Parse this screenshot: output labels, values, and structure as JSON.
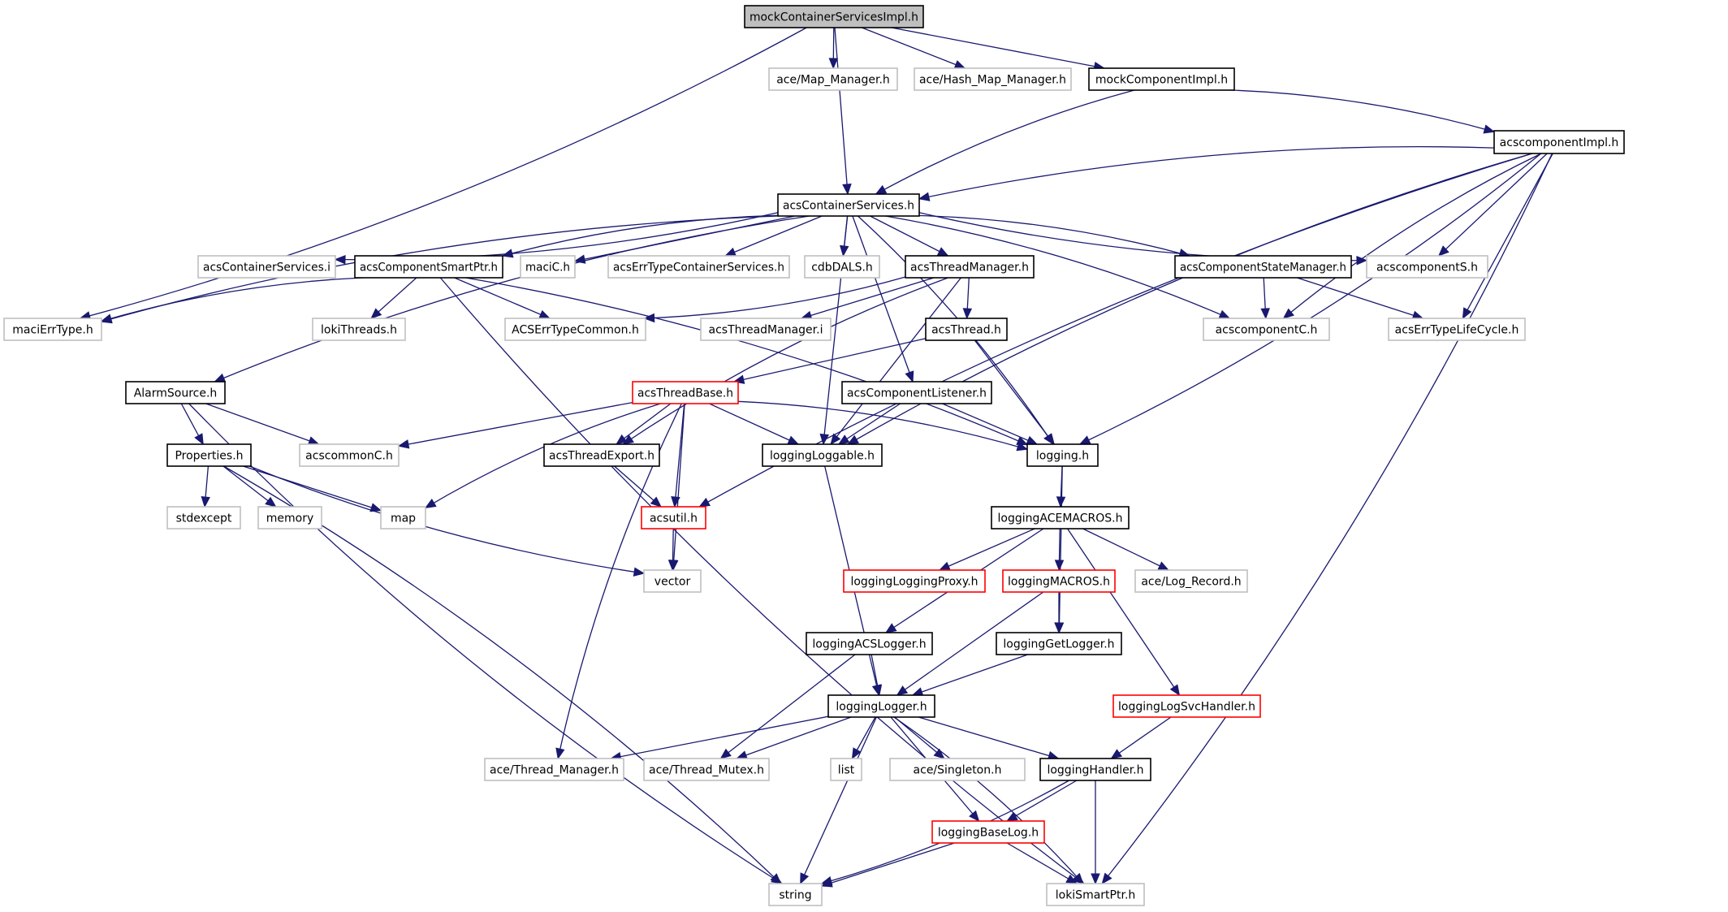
{
  "diagram": {
    "title": "mockContainerServicesImpl.h include dependency graph",
    "colors": {
      "edge": "#191970",
      "main_fill": "#bfbfbf",
      "documented_border": "#000000",
      "external_border": "#bfbfbf",
      "truncated_border": "#ff0000"
    },
    "nodes": [
      {
        "id": "mockContainerServicesImpl",
        "label": "mockContainerServicesImpl.h",
        "kind": "main"
      },
      {
        "id": "aceMapManager",
        "label": "ace/Map_Manager.h",
        "kind": "external"
      },
      {
        "id": "aceHashMapManager",
        "label": "ace/Hash_Map_Manager.h",
        "kind": "external"
      },
      {
        "id": "mockComponentImpl",
        "label": "mockComponentImpl.h",
        "kind": "documented"
      },
      {
        "id": "acscomponentImpl",
        "label": "acscomponentImpl.h",
        "kind": "documented"
      },
      {
        "id": "acsContainerServices",
        "label": "acsContainerServices.h",
        "kind": "documented"
      },
      {
        "id": "acsContainerServicesI",
        "label": "acsContainerServices.i",
        "kind": "external"
      },
      {
        "id": "acsComponentSmartPtr",
        "label": "acsComponentSmartPtr.h",
        "kind": "documented"
      },
      {
        "id": "maciC",
        "label": "maciC.h",
        "kind": "external"
      },
      {
        "id": "acsErrTypeContainerServices",
        "label": "acsErrTypeContainerServices.h",
        "kind": "external"
      },
      {
        "id": "cdbDALS",
        "label": "cdbDALS.h",
        "kind": "external"
      },
      {
        "id": "acsThreadManager",
        "label": "acsThreadManager.h",
        "kind": "documented"
      },
      {
        "id": "acsComponentStateManager",
        "label": "acsComponentStateManager.h",
        "kind": "documented"
      },
      {
        "id": "acscomponentS",
        "label": "acscomponentS.h",
        "kind": "external"
      },
      {
        "id": "maciErrType",
        "label": "maciErrType.h",
        "kind": "external"
      },
      {
        "id": "lokiThreads",
        "label": "lokiThreads.h",
        "kind": "external"
      },
      {
        "id": "ACSErrTypeCommon",
        "label": "ACSErrTypeCommon.h",
        "kind": "external"
      },
      {
        "id": "acsThreadManagerI",
        "label": "acsThreadManager.i",
        "kind": "external"
      },
      {
        "id": "acsThread",
        "label": "acsThread.h",
        "kind": "documented"
      },
      {
        "id": "acscomponentC",
        "label": "acscomponentC.h",
        "kind": "external"
      },
      {
        "id": "acsErrTypeLifeCycle",
        "label": "acsErrTypeLifeCycle.h",
        "kind": "external"
      },
      {
        "id": "AlarmSource",
        "label": "AlarmSource.h",
        "kind": "documented"
      },
      {
        "id": "acsThreadBase",
        "label": "acsThreadBase.h",
        "kind": "truncated"
      },
      {
        "id": "acsComponentListener",
        "label": "acsComponentListener.h",
        "kind": "documented"
      },
      {
        "id": "Properties",
        "label": "Properties.h",
        "kind": "documented"
      },
      {
        "id": "acscommonC",
        "label": "acscommonC.h",
        "kind": "external"
      },
      {
        "id": "acsThreadExport",
        "label": "acsThreadExport.h",
        "kind": "documented"
      },
      {
        "id": "loggingLoggable",
        "label": "loggingLoggable.h",
        "kind": "documented"
      },
      {
        "id": "logging",
        "label": "logging.h",
        "kind": "documented"
      },
      {
        "id": "stdexcept",
        "label": "stdexcept",
        "kind": "external"
      },
      {
        "id": "memory",
        "label": "memory",
        "kind": "external"
      },
      {
        "id": "map",
        "label": "map",
        "kind": "external"
      },
      {
        "id": "acsutil",
        "label": "acsutil.h",
        "kind": "truncated"
      },
      {
        "id": "loggingACEMACROS",
        "label": "loggingACEMACROS.h",
        "kind": "documented"
      },
      {
        "id": "vector",
        "label": "vector",
        "kind": "external"
      },
      {
        "id": "loggingLoggingProxy",
        "label": "loggingLoggingProxy.h",
        "kind": "truncated"
      },
      {
        "id": "loggingMACROS",
        "label": "loggingMACROS.h",
        "kind": "truncated"
      },
      {
        "id": "aceLogRecord",
        "label": "ace/Log_Record.h",
        "kind": "external"
      },
      {
        "id": "loggingACSLogger",
        "label": "loggingACSLogger.h",
        "kind": "documented"
      },
      {
        "id": "loggingGetLogger",
        "label": "loggingGetLogger.h",
        "kind": "documented"
      },
      {
        "id": "loggingLogger",
        "label": "loggingLogger.h",
        "kind": "documented"
      },
      {
        "id": "loggingLogSvcHandler",
        "label": "loggingLogSvcHandler.h",
        "kind": "truncated"
      },
      {
        "id": "aceThreadManager",
        "label": "ace/Thread_Manager.h",
        "kind": "external"
      },
      {
        "id": "aceThreadMutex",
        "label": "ace/Thread_Mutex.h",
        "kind": "external"
      },
      {
        "id": "list",
        "label": "list",
        "kind": "external"
      },
      {
        "id": "aceSingleton",
        "label": "ace/Singleton.h",
        "kind": "external"
      },
      {
        "id": "loggingHandler",
        "label": "loggingHandler.h",
        "kind": "documented"
      },
      {
        "id": "loggingBaseLog",
        "label": "loggingBaseLog.h",
        "kind": "truncated"
      },
      {
        "id": "string",
        "label": "string",
        "kind": "external"
      },
      {
        "id": "lokiSmartPtr",
        "label": "lokiSmartPtr.h",
        "kind": "external"
      }
    ],
    "edges": [
      [
        "mockContainerServicesImpl",
        "maciErrType"
      ],
      [
        "mockContainerServicesImpl",
        "acsContainerServices"
      ],
      [
        "mockContainerServicesImpl",
        "aceMapManager"
      ],
      [
        "mockContainerServicesImpl",
        "aceHashMapManager"
      ],
      [
        "mockContainerServicesImpl",
        "mockComponentImpl"
      ],
      [
        "mockComponentImpl",
        "acsContainerServices"
      ],
      [
        "mockComponentImpl",
        "acscomponentImpl"
      ],
      [
        "acscomponentImpl",
        "acsContainerServices"
      ],
      [
        "acscomponentImpl",
        "acscomponentS"
      ],
      [
        "acscomponentImpl",
        "acscomponentC"
      ],
      [
        "acscomponentImpl",
        "acsErrTypeLifeCycle"
      ],
      [
        "acscomponentImpl",
        "loggingLoggable"
      ],
      [
        "acscomponentImpl",
        "logging"
      ],
      [
        "acscomponentImpl",
        "acsutil"
      ],
      [
        "acscomponentImpl",
        "lokiSmartPtr"
      ],
      [
        "acsContainerServices",
        "maciErrType"
      ],
      [
        "acsContainerServices",
        "acsContainerServicesI"
      ],
      [
        "acsContainerServices",
        "acsComponentSmartPtr"
      ],
      [
        "acsContainerServices",
        "maciC"
      ],
      [
        "acsContainerServices",
        "acsErrTypeContainerServices"
      ],
      [
        "acsContainerServices",
        "cdbDALS"
      ],
      [
        "acsContainerServices",
        "acsThreadManager"
      ],
      [
        "acsContainerServices",
        "acsComponentStateManager"
      ],
      [
        "acsContainerServices",
        "acscomponentS"
      ],
      [
        "acsContainerServices",
        "acscomponentC"
      ],
      [
        "acsContainerServices",
        "AlarmSource"
      ],
      [
        "acsContainerServices",
        "acsComponentListener"
      ],
      [
        "acsContainerServices",
        "loggingLoggable"
      ],
      [
        "acsContainerServices",
        "logging"
      ],
      [
        "acsComponentSmartPtr",
        "maciErrType"
      ],
      [
        "acsComponentSmartPtr",
        "lokiThreads"
      ],
      [
        "acsComponentSmartPtr",
        "ACSErrTypeCommon"
      ],
      [
        "acsComponentSmartPtr",
        "logging"
      ],
      [
        "acsComponentSmartPtr",
        "lokiSmartPtr"
      ],
      [
        "acsThreadManager",
        "ACSErrTypeCommon"
      ],
      [
        "acsThreadManager",
        "acsThreadManagerI"
      ],
      [
        "acsThreadManager",
        "acsThread"
      ],
      [
        "acsThreadManager",
        "acsThreadExport"
      ],
      [
        "acsThreadManager",
        "loggingLoggable"
      ],
      [
        "acsComponentStateManager",
        "acscomponentC"
      ],
      [
        "acsComponentStateManager",
        "acsErrTypeLifeCycle"
      ],
      [
        "acsThread",
        "acsThreadBase"
      ],
      [
        "acsThread",
        "logging"
      ],
      [
        "AlarmSource",
        "Properties"
      ],
      [
        "AlarmSource",
        "acscommonC"
      ],
      [
        "AlarmSource",
        "string"
      ],
      [
        "acsThreadBase",
        "acscommonC"
      ],
      [
        "acsThreadBase",
        "map"
      ],
      [
        "acsThreadBase",
        "acsThreadExport"
      ],
      [
        "acsThreadBase",
        "acsutil"
      ],
      [
        "acsThreadBase",
        "vector"
      ],
      [
        "acsThreadBase",
        "loggingLoggable"
      ],
      [
        "acsThreadBase",
        "logging"
      ],
      [
        "acsThreadBase",
        "aceThreadManager"
      ],
      [
        "acsComponentListener",
        "loggingLoggable"
      ],
      [
        "acsComponentListener",
        "logging"
      ],
      [
        "Properties",
        "stdexcept"
      ],
      [
        "Properties",
        "memory"
      ],
      [
        "Properties",
        "map"
      ],
      [
        "Properties",
        "vector"
      ],
      [
        "Properties",
        "string"
      ],
      [
        "acsThreadExport",
        "acsutil"
      ],
      [
        "acsutil",
        "vector"
      ],
      [
        "loggingLoggable",
        "loggingLogger"
      ],
      [
        "logging",
        "loggingACEMACROS"
      ],
      [
        "logging",
        "loggingGetLogger"
      ],
      [
        "loggingACEMACROS",
        "loggingLoggingProxy"
      ],
      [
        "loggingACEMACROS",
        "loggingMACROS"
      ],
      [
        "loggingACEMACROS",
        "aceLogRecord"
      ],
      [
        "loggingACEMACROS",
        "loggingACSLogger"
      ],
      [
        "loggingACEMACROS",
        "loggingLogSvcHandler"
      ],
      [
        "loggingMACROS",
        "loggingGetLogger"
      ],
      [
        "loggingMACROS",
        "loggingLogger"
      ],
      [
        "loggingACSLogger",
        "loggingLogger"
      ],
      [
        "loggingACSLogger",
        "aceThreadMutex"
      ],
      [
        "loggingGetLogger",
        "loggingLogger"
      ],
      [
        "loggingLogSvcHandler",
        "loggingHandler"
      ],
      [
        "loggingLogger",
        "aceThreadManager"
      ],
      [
        "loggingLogger",
        "aceThreadMutex"
      ],
      [
        "loggingLogger",
        "list"
      ],
      [
        "loggingLogger",
        "aceSingleton"
      ],
      [
        "loggingLogger",
        "loggingHandler"
      ],
      [
        "loggingLogger",
        "loggingBaseLog"
      ],
      [
        "loggingLogger",
        "string"
      ],
      [
        "loggingLogger",
        "lokiSmartPtr"
      ],
      [
        "loggingHandler",
        "loggingBaseLog"
      ],
      [
        "loggingHandler",
        "string"
      ],
      [
        "loggingHandler",
        "lokiSmartPtr"
      ],
      [
        "loggingBaseLog",
        "string"
      ],
      [
        "loggingBaseLog",
        "lokiSmartPtr"
      ]
    ]
  }
}
